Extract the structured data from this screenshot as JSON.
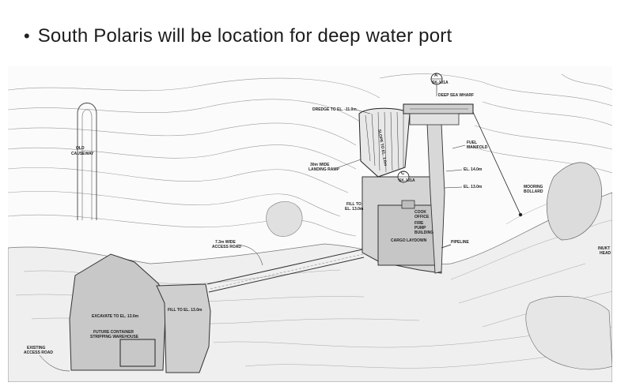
{
  "slide": {
    "bullet": "•",
    "heading": "South Polaris will be location for deep water port"
  },
  "map": {
    "labels": {
      "old_causeway_1": "OLD",
      "old_causeway_2": "CAUSEWAY",
      "dredge": "DREDGE TO EL. -11.0m",
      "deep_sea_wharf": "DEEP SEA WHARF",
      "section_a_letter": "A",
      "section_a_ref": "SK-101A",
      "section_c_letter": "C",
      "section_c_ref": "SK-101A",
      "fuel_manifold_1": "FUEL",
      "fuel_manifold_2": "MANIFOLD",
      "landing_ramp_1": "30m WIDE",
      "landing_ramp_2": "LANDING RAMP",
      "slope": "SLOPE TO EL. 1.0m",
      "el_14": "EL. 14.0m",
      "el_13": "EL. 13.0m",
      "mooring_bollard_1": "MOORING",
      "mooring_bollard_2": "BOLLARD",
      "fill_to_1": "FILL TO",
      "fill_to_2": "EL. 13.0m",
      "cook_office_1": "COOK",
      "cook_office_2": "OFFICE",
      "fire_pump_1": "FIRE",
      "fire_pump_2": "PUMP",
      "fire_pump_3": "BUILDING",
      "cargo_laydown": "CARGO LAYDOWN",
      "pipeline": "PIPELINE",
      "access_road_1": "7.3m WIDE",
      "access_road_2": "ACCESS ROAD",
      "excavate": "EXCAVATE TO EL. 13.0m",
      "fill_13": "FILL TO EL. 13.0m",
      "future_container_1": "FUTURE CONTAINER",
      "future_container_2": "STRIPPING WAREHOUSE",
      "existing_road_1": "EXISTING",
      "existing_road_2": "ACCESS ROAD",
      "inukshuk_1": "INUKT",
      "inukshuk_2": "HEAD"
    }
  }
}
